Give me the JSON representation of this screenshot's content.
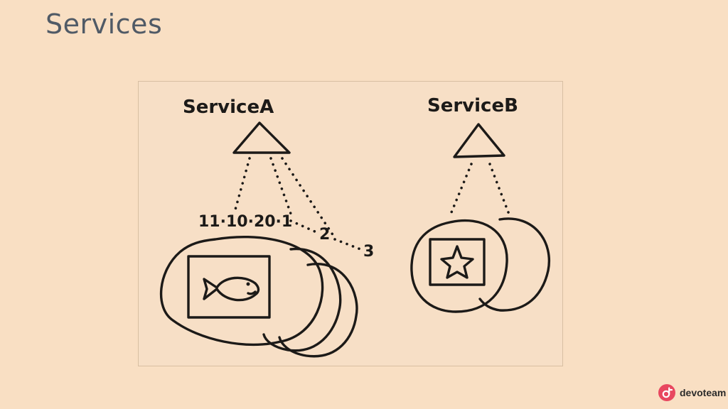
{
  "slide": {
    "title": "Services"
  },
  "diagram": {
    "service_a": {
      "label": "ServiceA",
      "pod_ip": "11·10·20·1",
      "replica_labels": [
        "2",
        "3"
      ],
      "container_icon": "fish-icon"
    },
    "service_b": {
      "label": "ServiceB",
      "container_icon": "star-icon"
    }
  },
  "branding": {
    "logo_text": "devoteam",
    "brand_color": "#e8475f"
  },
  "colors": {
    "background": "#f9dfc3",
    "title": "#505a66",
    "ink": "#1c1a18"
  }
}
